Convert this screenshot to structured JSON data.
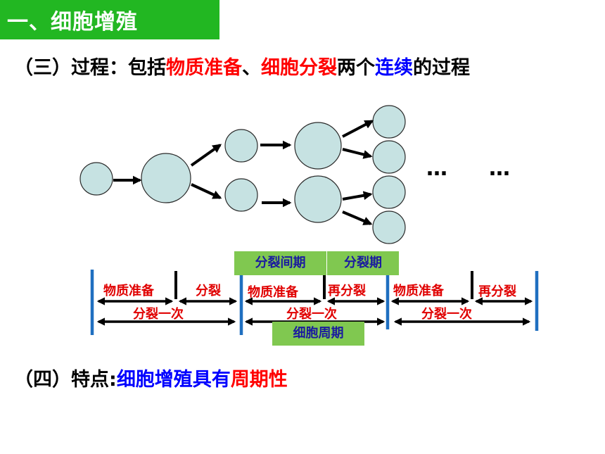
{
  "title": "一、细胞增殖",
  "process": {
    "prefix": "（三）过程：包括",
    "red1": "物质准备",
    "sep": "、",
    "red2": "细胞分裂",
    "mid": "两个",
    "blue": "连续",
    "suffix": "的过程"
  },
  "ellipsis": [
    "…",
    "…"
  ],
  "phase_tags": {
    "interphase": "分裂间期",
    "mitosis": "分裂期",
    "cell_cycle": "细胞周期"
  },
  "timeline": {
    "segment1": {
      "prep": "物质准备",
      "divide": "分裂",
      "once": "分裂一次"
    },
    "segment2": {
      "prep": "物质准备",
      "divide": "再分裂",
      "once": "分裂一次"
    },
    "segment3": {
      "prep": "物质准备",
      "divide": "再分裂",
      "once": "分裂一次"
    }
  },
  "feature": {
    "prefix": "（四）特点:",
    "blue": "细胞增殖具有",
    "red": "周期性"
  },
  "colors": {
    "title_bg": "#22b722",
    "cell_fill": "#c6e2e2",
    "tag_bg": "#80c850",
    "divider": "#1f6fc0",
    "red": "#ff0000",
    "blue": "#0000ff"
  }
}
